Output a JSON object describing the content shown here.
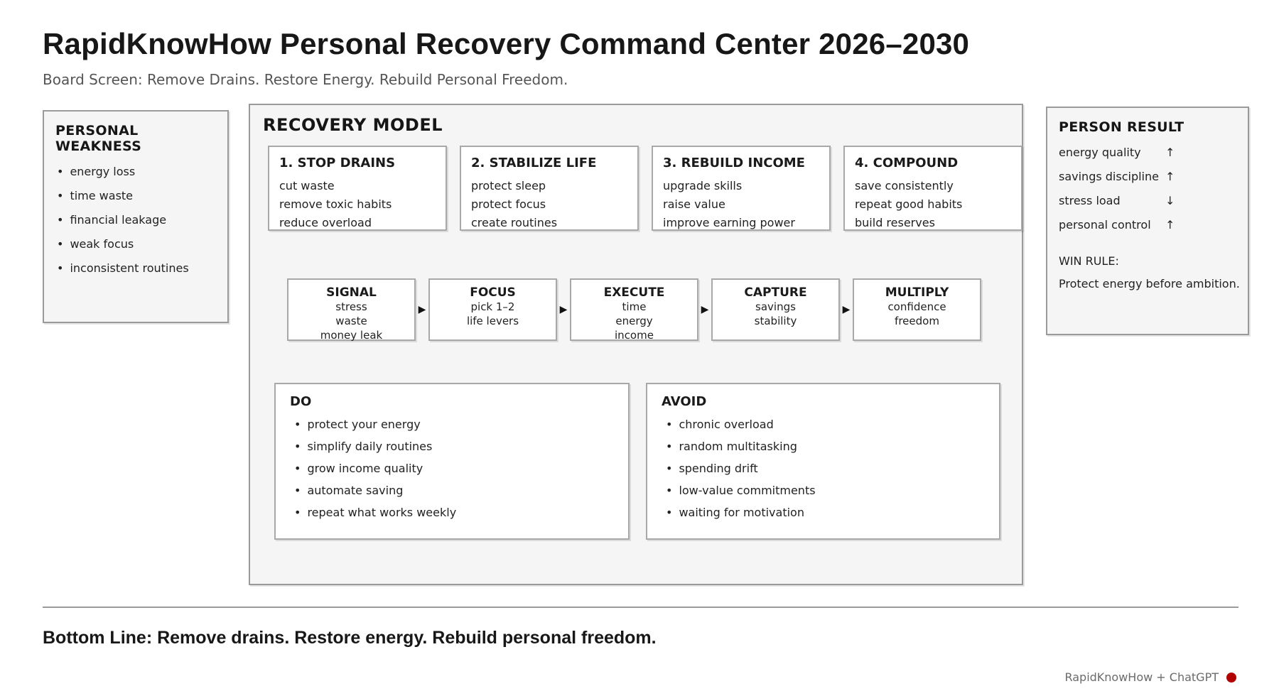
{
  "page": {
    "title": "RapidKnowHow Personal Recovery Command Center 2026–2030",
    "subtitle": "Board Screen: Remove Drains. Restore Energy. Rebuild Personal Freedom.",
    "bottom_line": "Bottom Line: Remove drains. Restore energy. Rebuild personal freedom.",
    "footer_credit": "RapidKnowHow + ChatGPT"
  },
  "colors": {
    "accent_red": "#b00000",
    "panel_bg": "#f5f5f5",
    "border_gray": "#9a9a9a"
  },
  "icons": {
    "arrow_right": "▶",
    "arrow_up": "↑",
    "arrow_down": "↓"
  },
  "weakness_panel": {
    "title": "PERSONAL WEAKNESS",
    "items": [
      "energy loss",
      "time waste",
      "financial leakage",
      "weak focus",
      "inconsistent routines"
    ]
  },
  "recovery_model": {
    "title": "RECOVERY MODEL",
    "stages": [
      {
        "title": "1. STOP DRAINS",
        "lines": [
          "cut waste",
          "remove toxic habits",
          "reduce overload"
        ]
      },
      {
        "title": "2. STABILIZE LIFE",
        "lines": [
          "protect sleep",
          "protect focus",
          "create routines"
        ]
      },
      {
        "title": "3. REBUILD INCOME",
        "lines": [
          "upgrade skills",
          "raise value",
          "improve earning power"
        ]
      },
      {
        "title": "4. COMPOUND",
        "lines": [
          "save consistently",
          "repeat good habits",
          "build reserves"
        ]
      }
    ],
    "flow": [
      {
        "title": "SIGNAL",
        "lines": [
          "stress",
          "waste",
          "money leak"
        ]
      },
      {
        "title": "FOCUS",
        "lines": [
          "pick 1–2",
          "life levers"
        ]
      },
      {
        "title": "EXECUTE",
        "lines": [
          "time",
          "energy",
          "income"
        ]
      },
      {
        "title": "CAPTURE",
        "lines": [
          "savings",
          "stability"
        ]
      },
      {
        "title": "MULTIPLY",
        "lines": [
          "confidence",
          "freedom"
        ]
      }
    ],
    "do_box": {
      "title": "DO",
      "items": [
        "protect your energy",
        "simplify daily routines",
        "grow income quality",
        "automate saving",
        "repeat what works weekly"
      ]
    },
    "avoid_box": {
      "title": "AVOID",
      "items": [
        "chronic overload",
        "random multitasking",
        "spending drift",
        "low-value commitments",
        "waiting for motivation"
      ]
    }
  },
  "result_panel": {
    "title": "PERSON RESULT",
    "metrics": [
      {
        "label": "energy quality",
        "arrow": "↑"
      },
      {
        "label": "savings discipline",
        "arrow": "↑"
      },
      {
        "label": "stress load",
        "arrow": "↓"
      },
      {
        "label": "personal control",
        "arrow": "↑"
      }
    ],
    "win_rule_label": "WIN RULE:",
    "win_rule_text": "Protect energy before ambition."
  }
}
